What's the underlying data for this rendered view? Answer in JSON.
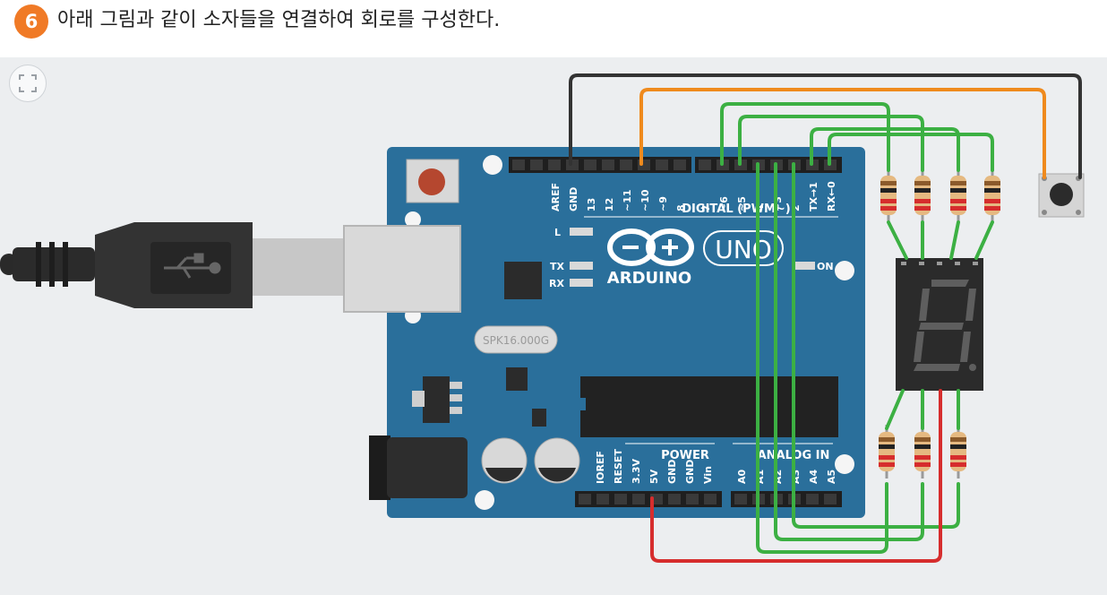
{
  "header": {
    "step_number": "6",
    "instruction": "아래 그림과 같이 소자들을 연결하여 회로를 구성한다."
  },
  "canvas": {
    "fullscreen_icon": "expand-corners-icon"
  },
  "board": {
    "brand": "ARDUINO",
    "model": "UNO",
    "crystal_label": "SPK16.000G",
    "digital_header_label": "DIGITAL (PWM~)",
    "power_label": "POWER",
    "analog_label": "ANALOG IN",
    "on_label": "ON",
    "led_labels": {
      "l": "L",
      "tx": "TX",
      "rx": "RX"
    },
    "digital_pins_left": [
      "AREF",
      "GND",
      "13",
      "12",
      "~11",
      "~10",
      "~9",
      "8"
    ],
    "digital_pins_right": [
      "7",
      "~6",
      "~5",
      "4",
      "~3",
      "2",
      "TX→1",
      "RX←0"
    ],
    "power_pins": [
      "IOREF",
      "RESET",
      "3.3V",
      "5V",
      "GND",
      "GND",
      "Vin"
    ],
    "analog_pins": [
      "A0",
      "A1",
      "A2",
      "A3",
      "A4",
      "A5"
    ]
  },
  "colors": {
    "board": "#2a6f9b",
    "wire_black": "#333333",
    "wire_orange": "#ef8a1d",
    "wire_green": "#3cb043",
    "wire_red": "#d62d2d",
    "badge": "#f07a26"
  }
}
